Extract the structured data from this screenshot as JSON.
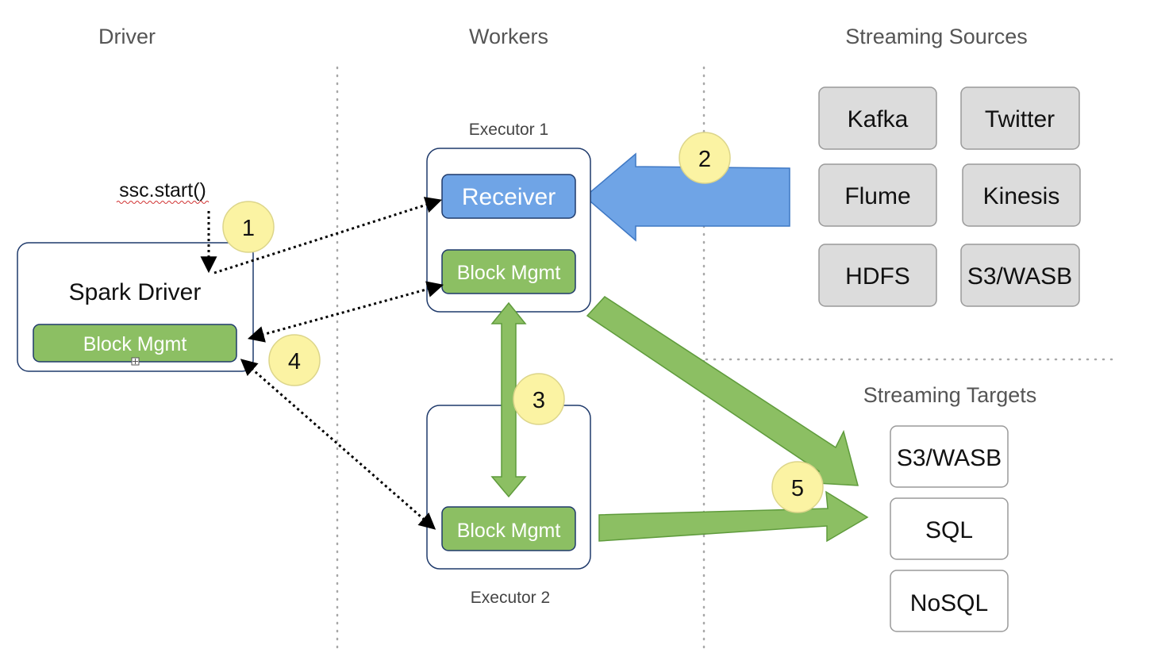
{
  "columns": {
    "driver": "Driver",
    "workers": "Workers",
    "sources": "Streaming Sources",
    "targets": "Streaming Targets"
  },
  "driver": {
    "call": "ssc.start()",
    "title": "Spark Driver",
    "block": "Block Mgmt"
  },
  "executor1": {
    "label": "Executor 1",
    "receiver": "Receiver",
    "block": "Block Mgmt"
  },
  "executor2": {
    "label": "Executor 2",
    "block": "Block Mgmt"
  },
  "sources": [
    "Kafka",
    "Twitter",
    "Flume",
    "Kinesis",
    "HDFS",
    "S3/WASB"
  ],
  "targets": [
    "S3/WASB",
    "SQL",
    "NoSQL"
  ],
  "steps": [
    "1",
    "2",
    "3",
    "4",
    "5"
  ],
  "colors": {
    "green": "#8cbf63",
    "green_dark": "#5f9b3c",
    "blue": "#6fa4e6",
    "blue_dark": "#3f78c4",
    "badge": "#fbf3a3",
    "source_fill": "#dcdcdc",
    "navy": "#1f3a6b"
  }
}
